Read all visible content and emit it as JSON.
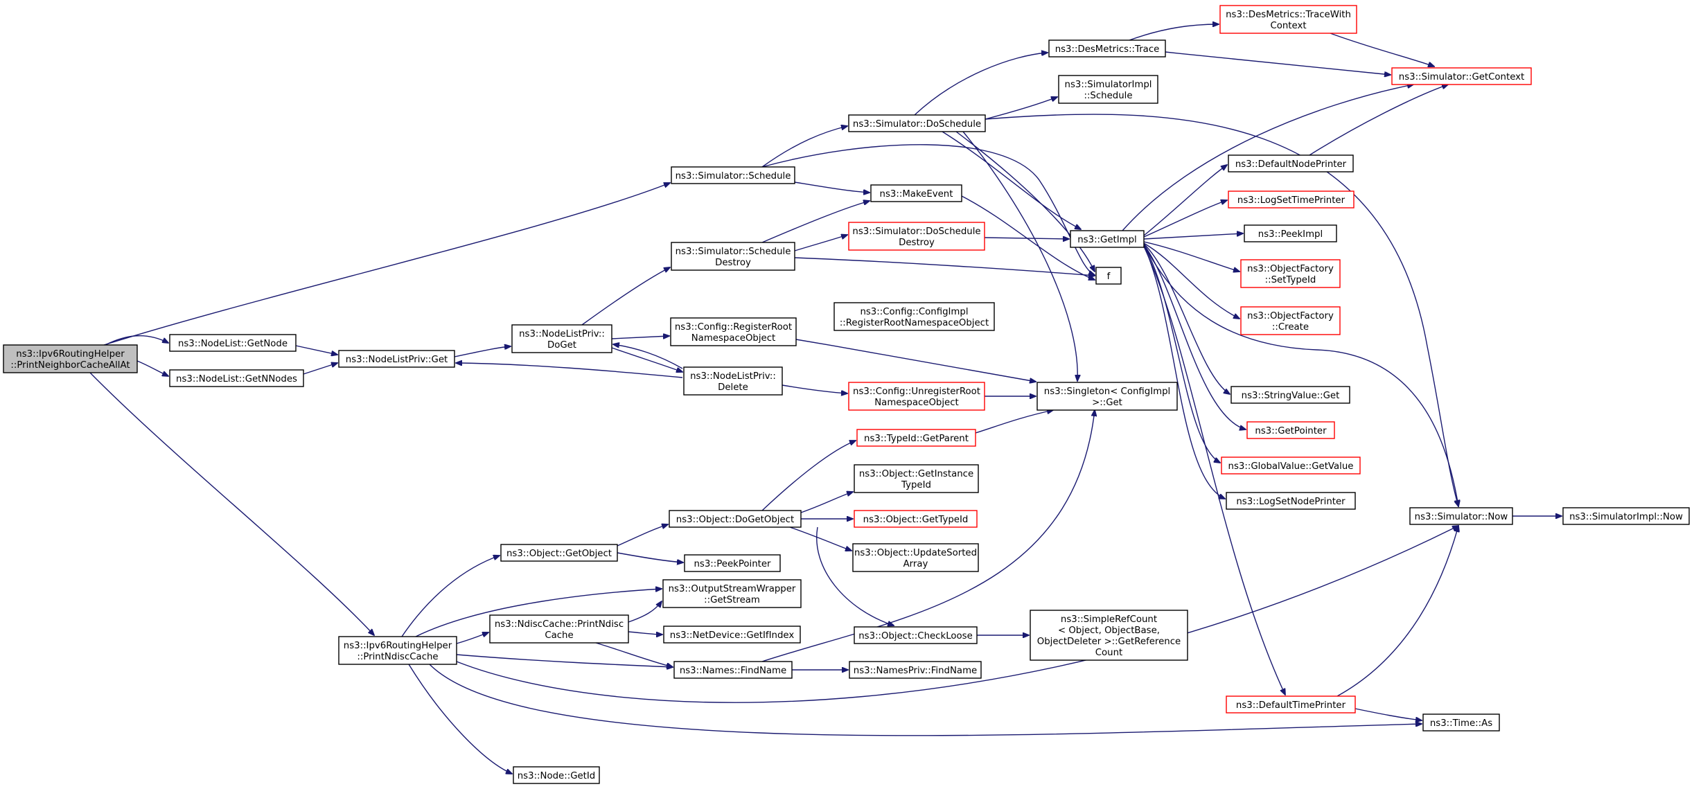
{
  "diagram": {
    "edge_color": "#191970",
    "nodes": [
      {
        "id": "root",
        "lines": [
          "ns3::Ipv6RoutingHelper",
          "::PrintNeighborCacheAllAt"
        ],
        "style": "root"
      },
      {
        "id": "nl_getnode",
        "lines": [
          "ns3::NodeList::GetNode"
        ]
      },
      {
        "id": "nl_getnnodes",
        "lines": [
          "ns3::NodeList::GetNNodes"
        ]
      },
      {
        "id": "nlp_get",
        "lines": [
          "ns3::NodeListPriv::Get"
        ]
      },
      {
        "id": "nlp_doget",
        "lines": [
          "ns3::NodeListPriv::",
          "DoGet"
        ]
      },
      {
        "id": "nlp_delete",
        "lines": [
          "ns3::NodeListPriv::",
          "Delete"
        ]
      },
      {
        "id": "sim_schedule",
        "lines": [
          "ns3::Simulator::Schedule"
        ]
      },
      {
        "id": "sim_sched_destroy",
        "lines": [
          "ns3::Simulator::Schedule",
          "Destroy"
        ]
      },
      {
        "id": "cfg_register",
        "lines": [
          "ns3::Config::RegisterRoot",
          "NamespaceObject"
        ]
      },
      {
        "id": "cfg_unregister",
        "lines": [
          "ns3::Config::UnregisterRoot",
          "NamespaceObject"
        ],
        "style": "red"
      },
      {
        "id": "cfgimpl_register",
        "lines": [
          "ns3::Config::ConfigImpl",
          "::RegisterRootNamespaceObject"
        ]
      },
      {
        "id": "sim_doschedule",
        "lines": [
          "ns3::Simulator::DoSchedule"
        ]
      },
      {
        "id": "makeevent",
        "lines": [
          "ns3::MakeEvent"
        ]
      },
      {
        "id": "sim_doschedule_destroy",
        "lines": [
          "ns3::Simulator::DoSchedule",
          "Destroy"
        ],
        "style": "red"
      },
      {
        "id": "desm_trace",
        "lines": [
          "ns3::DesMetrics::Trace"
        ]
      },
      {
        "id": "desm_tracectx",
        "lines": [
          "ns3::DesMetrics::TraceWith",
          "Context"
        ],
        "style": "red"
      },
      {
        "id": "simimpl_schedule",
        "lines": [
          "ns3::SimulatorImpl",
          "::Schedule"
        ]
      },
      {
        "id": "sim_getcontext",
        "lines": [
          "ns3::Simulator::GetContext"
        ],
        "style": "red"
      },
      {
        "id": "getimpl",
        "lines": [
          "ns3::GetImpl"
        ]
      },
      {
        "id": "f",
        "lines": [
          "f"
        ]
      },
      {
        "id": "singleton_get",
        "lines": [
          "ns3::Singleton< ConfigImpl",
          " >::Get"
        ]
      },
      {
        "id": "default_node_printer",
        "lines": [
          "ns3::DefaultNodePrinter"
        ]
      },
      {
        "id": "logset_time",
        "lines": [
          "ns3::LogSetTimePrinter"
        ],
        "style": "red"
      },
      {
        "id": "peekimpl",
        "lines": [
          "ns3::PeekImpl"
        ]
      },
      {
        "id": "objfac_settypeid",
        "lines": [
          "ns3::ObjectFactory",
          "::SetTypeId"
        ],
        "style": "red"
      },
      {
        "id": "objfac_create",
        "lines": [
          "ns3::ObjectFactory",
          "::Create"
        ],
        "style": "red"
      },
      {
        "id": "stringvalue_get",
        "lines": [
          "ns3::StringValue::Get"
        ]
      },
      {
        "id": "getpointer",
        "lines": [
          "ns3::GetPointer"
        ],
        "style": "red"
      },
      {
        "id": "globalvalue_get",
        "lines": [
          "ns3::GlobalValue::GetValue"
        ],
        "style": "red"
      },
      {
        "id": "logset_node",
        "lines": [
          "ns3::LogSetNodePrinter"
        ]
      },
      {
        "id": "default_time_printer",
        "lines": [
          "ns3::DefaultTimePrinter"
        ],
        "style": "red"
      },
      {
        "id": "sim_now",
        "lines": [
          "ns3::Simulator::Now"
        ]
      },
      {
        "id": "simimpl_now",
        "lines": [
          "ns3::SimulatorImpl::Now"
        ]
      },
      {
        "id": "time_as",
        "lines": [
          "ns3::Time::As"
        ]
      },
      {
        "id": "typeid_getparent",
        "lines": [
          "ns3::TypeId::GetParent"
        ],
        "style": "red"
      },
      {
        "id": "obj_getinstance",
        "lines": [
          "ns3::Object::GetInstance",
          "TypeId"
        ]
      },
      {
        "id": "obj_dogetobject",
        "lines": [
          "ns3::Object::DoGetObject"
        ]
      },
      {
        "id": "obj_gettypeid",
        "lines": [
          "ns3::Object::GetTypeId"
        ],
        "style": "red"
      },
      {
        "id": "obj_updatesorted",
        "lines": [
          "ns3::Object::UpdateSorted",
          "Array"
        ]
      },
      {
        "id": "obj_getobject",
        "lines": [
          "ns3::Object::GetObject"
        ]
      },
      {
        "id": "peekpointer",
        "lines": [
          "ns3::PeekPointer"
        ]
      },
      {
        "id": "obj_checkloose",
        "lines": [
          "ns3::Object::CheckLoose"
        ]
      },
      {
        "id": "simplerefcount",
        "lines": [
          "ns3::SimpleRefCount",
          "< Object, ObjectBase,",
          " ObjectDeleter >::GetReference",
          "Count"
        ]
      },
      {
        "id": "osw_getstream",
        "lines": [
          "ns3::OutputStreamWrapper",
          "::GetStream"
        ]
      },
      {
        "id": "ndisc_print",
        "lines": [
          "ns3::NdiscCache::PrintNdisc",
          "Cache"
        ]
      },
      {
        "id": "netdev_getifindex",
        "lines": [
          "ns3::NetDevice::GetIfIndex"
        ]
      },
      {
        "id": "names_findname",
        "lines": [
          "ns3::Names::FindName"
        ]
      },
      {
        "id": "namespriv_findname",
        "lines": [
          "ns3::NamesPriv::FindName"
        ]
      },
      {
        "id": "ipv6_printndisc",
        "lines": [
          "ns3::Ipv6RoutingHelper",
          "::PrintNdiscCache"
        ]
      },
      {
        "id": "node_getid",
        "lines": [
          "ns3::Node::GetId"
        ]
      }
    ]
  }
}
